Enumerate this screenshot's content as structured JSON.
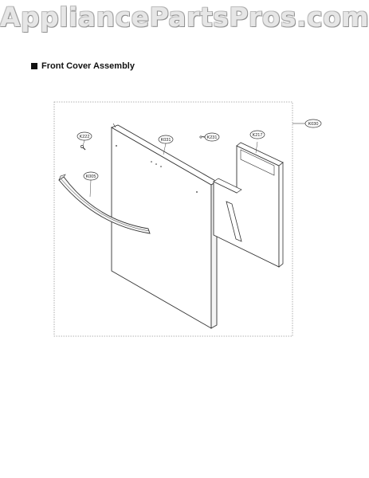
{
  "watermark": "AppliancePartsPros.com",
  "section": {
    "title": "Front Cover Assembly"
  },
  "callouts": {
    "k222": "K222",
    "k031": "K031",
    "k231": "K231",
    "k217": "K217",
    "k005": "K005",
    "k030": "K030"
  }
}
